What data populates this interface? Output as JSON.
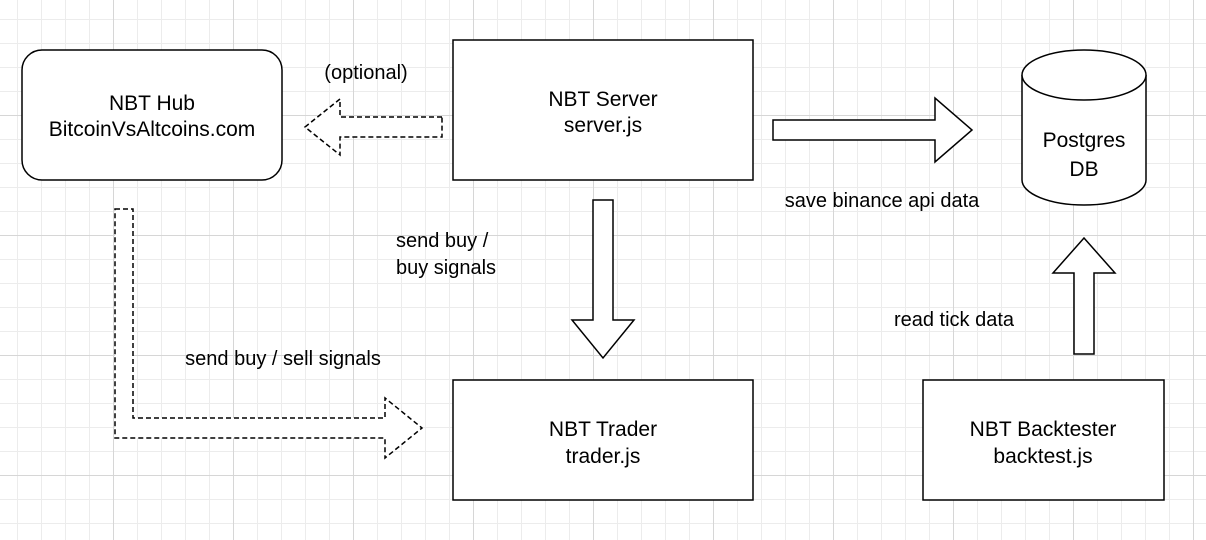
{
  "colors": {
    "stroke": "#000000",
    "fill": "#ffffff",
    "text": "#000000"
  },
  "nodes": {
    "hub": {
      "line1": "NBT Hub",
      "line2": "BitcoinVsAltcoins.com"
    },
    "server": {
      "line1": "NBT Server",
      "line2": "server.js"
    },
    "trader": {
      "line1": "NBT Trader",
      "line2": "trader.js"
    },
    "backtester": {
      "line1": "NBT Backtester",
      "line2": "backtest.js"
    },
    "db": {
      "line1": "Postgres",
      "line2": "DB"
    }
  },
  "edges": {
    "server_to_hub": {
      "label": "(optional)",
      "style": "dashed"
    },
    "server_to_db": {
      "label": "save binance api data",
      "style": "solid"
    },
    "server_to_trader": {
      "label_line1": "send buy /",
      "label_line2": "buy signals",
      "style": "solid"
    },
    "hub_to_trader": {
      "label": "send buy / sell signals",
      "style": "dashed"
    },
    "backtester_to_db": {
      "label": "read tick data",
      "style": "solid"
    }
  }
}
